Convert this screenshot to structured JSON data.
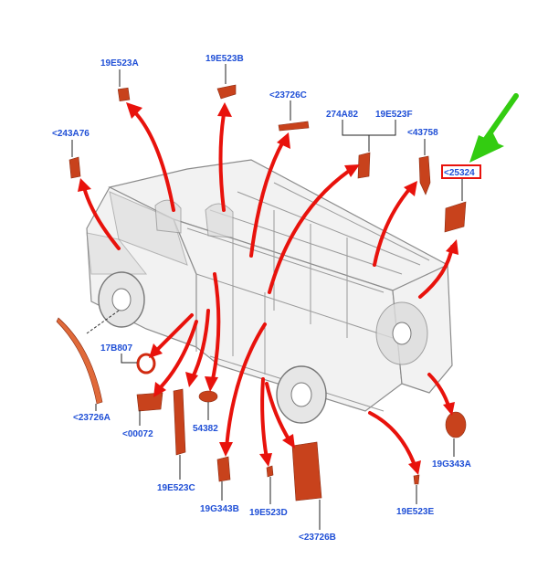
{
  "labels": {
    "l_19E523A": "19E523A",
    "l_19E523B": "19E523B",
    "l_23726C": "<23726C",
    "l_274A82": "274A82",
    "l_19E523F": "19E523F",
    "l_243A76": "<243A76",
    "l_43758": "<43758",
    "l_25324": "<25324",
    "l_17B807": "17B807",
    "l_23726A": "<23726A",
    "l_00072": "<00072",
    "l_54382": "54382",
    "l_19E523C": "19E523C",
    "l_19G343B": "19G343B",
    "l_19E523D": "19E523D",
    "l_23726B": "<23726B",
    "l_19E523E": "19E523E",
    "l_19G343A": "19G343A"
  },
  "colors": {
    "label_text": "#1f4fd6",
    "arrow": "#e8120c",
    "part": "#c8421c",
    "highlight_box": "#e8120c",
    "pointer_arrow": "#33cc11"
  }
}
